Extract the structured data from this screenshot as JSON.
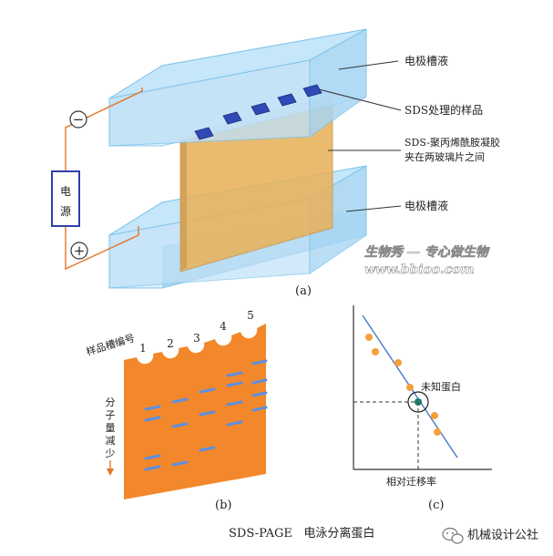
{
  "figure": {
    "panel_a": {
      "letter": "(a)",
      "top_buffer_label": "电极槽液",
      "sample_label": "SDS处理的样品",
      "gel_label_line1": "SDS-聚丙烯酰胺凝胶",
      "gel_label_line2": "夹在两玻璃片之间",
      "bottom_buffer_label": "电极槽液",
      "power_label_char1": "电",
      "power_label_char2": "源",
      "minus_sign": "−",
      "plus_sign": "+"
    },
    "watermark": {
      "line1": "生物秀 — 专心做生物",
      "line2": "www.bbioo.com"
    },
    "panel_b": {
      "letter": "(b)",
      "lane_axis_label": "样品槽编号",
      "lane_numbers": [
        "1",
        "2",
        "3",
        "4",
        "5"
      ],
      "size_axis_chars": [
        "分",
        "子",
        "量",
        "减",
        "少"
      ]
    },
    "panel_c": {
      "letter": "(c)",
      "unknown_label": "未知蛋白",
      "x_axis_label": "相对迁移率"
    },
    "caption": "SDS-PAGE   电泳分离蛋白",
    "credit": "机械设计公社"
  },
  "colors": {
    "buffer_blue": "#bfe0f7",
    "buffer_edge": "#7cc4ea",
    "gel_orange": "#e8b25c",
    "wire_orange": "#e0772a",
    "sample_blue": "#2f49b5",
    "panel_b_orange": "#f2882b",
    "band_blue": "#5d8fe0",
    "point_orange": "#f5a03a",
    "line_blue": "#4a78c8",
    "unknown_green": "#1f7a6a"
  }
}
